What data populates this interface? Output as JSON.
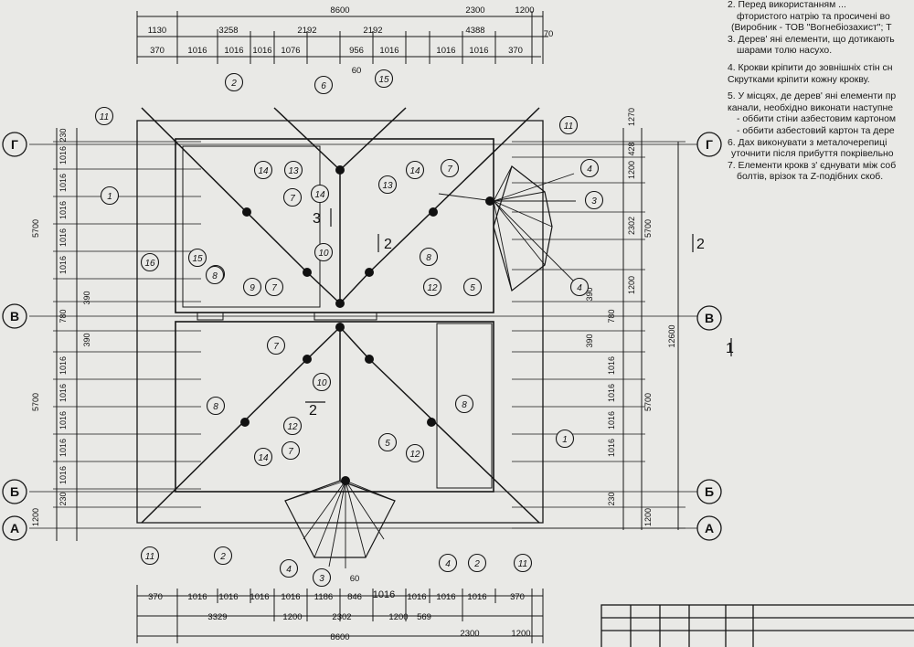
{
  "axes": {
    "G": "Г",
    "V": "В",
    "B": "Б",
    "A": "А"
  },
  "dims": {
    "top_total": "8600",
    "top_right1": "2300",
    "top_right2": "1200",
    "top_row2": [
      "1130",
      "3258",
      "2192",
      "2192",
      "4388",
      "70"
    ],
    "top_row3": [
      "370",
      "1016",
      "1016",
      "1016",
      "1076",
      "956",
      "1016",
      "1016",
      "1016",
      "370"
    ],
    "top_gap": "60",
    "left": [
      "230",
      "1016",
      "1016",
      "1016",
      "1016",
      "1016",
      "390",
      "780",
      "390",
      "1016",
      "1016",
      "1016",
      "1016",
      "1016",
      "230",
      "1200"
    ],
    "left_span": [
      "5700",
      "5700"
    ],
    "right": [
      "1270",
      "428",
      "1200",
      "2302",
      "1200",
      "390",
      "780",
      "390",
      "1016",
      "1016",
      "1016",
      "1016",
      "230",
      "1200"
    ],
    "right_span": [
      "5700",
      "5700",
      "12600"
    ],
    "bottom_gap": "60",
    "bottom_row1": [
      "370",
      "1016",
      "1016",
      "1016",
      "1016",
      "1186",
      "846",
      "1016",
      "1016",
      "1016",
      "1016",
      "370"
    ],
    "bottom_row2": [
      "3329",
      "1200",
      "2302",
      "1200",
      "569"
    ],
    "bottom_total": "8600",
    "bottom_right1": "2300",
    "bottom_right2": "1200"
  },
  "sections": {
    "s2a": "2",
    "s2b": "2",
    "s3": "3",
    "s1": "1",
    "s2c": "2"
  },
  "notes": [
    "2. Перед використанням ...",
    "фтористого натрію та просичені во",
    "(Виробник - ТОВ \"Вогнебiозахист\";  Т",
    "3. Дерев' яні елементи, що дотикають",
    "шарами толю насухо.",
    "4. Крокви кріпити до зовнішніх стін сн",
    "Скрутками кріпити кожну крокву.",
    "5. У місцях, де дерев' яні елементи пр",
    "канали, необхідно виконати наступне",
    " - оббити стіни азбестовим картоном",
    " - оббити азбестовий картон та дере",
    "6. Дах виконувати з металочерепиці",
    "уточнити після прибуття покрівельно",
    "7. Елементи крокв з' єднувати між соб",
    "болтів, врізок та  Z-подібних скоб."
  ],
  "callouts": [
    "11",
    "2",
    "6",
    "15",
    "11",
    "13",
    "14",
    "14",
    "13",
    "7",
    "4",
    "1",
    "7",
    "14",
    "3",
    "8",
    "8",
    "16",
    "15",
    "10",
    "8",
    "12",
    "5",
    "4",
    "9",
    "7",
    "7",
    "10",
    "8",
    "8",
    "12",
    "7",
    "14",
    "5",
    "12",
    "1",
    "2",
    "11",
    "4",
    "3",
    "4",
    "2",
    "11"
  ],
  "colors": {
    "paper": "#e9e9e6",
    "ink": "#161616"
  }
}
